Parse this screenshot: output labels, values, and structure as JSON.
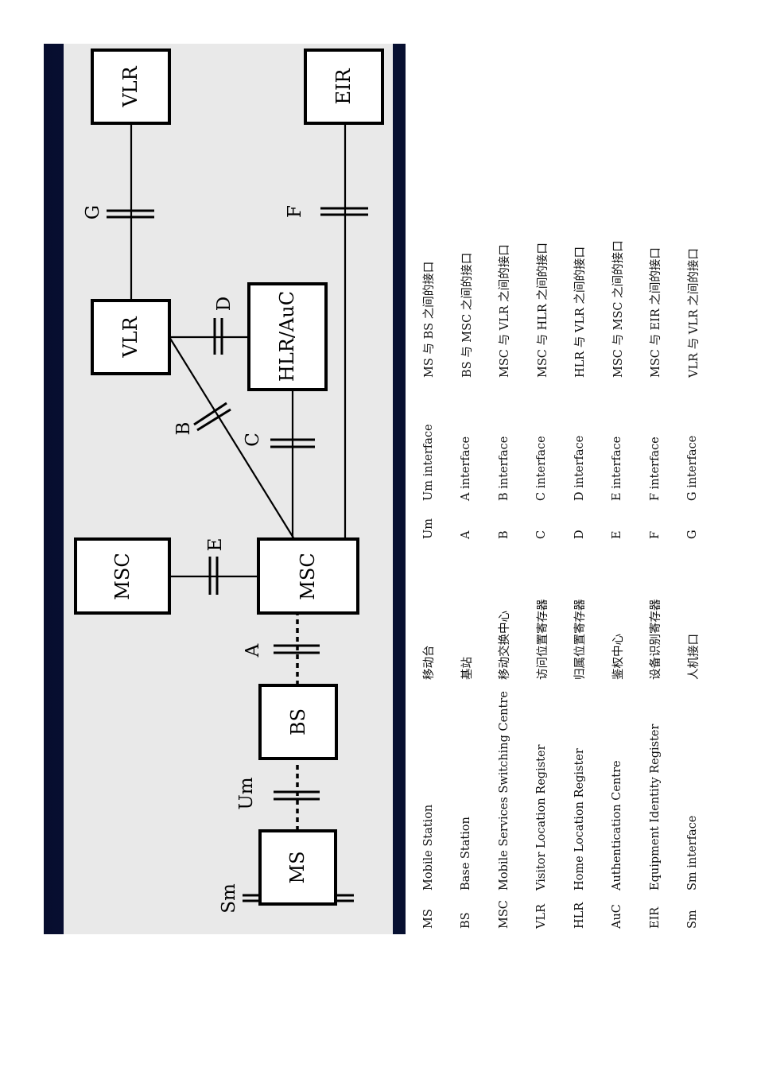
{
  "nodes": {
    "ms": "MS",
    "bs": "BS",
    "msc_main": "MSC",
    "msc_peer": "MSC",
    "vlr_main": "VLR",
    "vlr_peer": "VLR",
    "hlr_auc": "HLR/AuC",
    "eir": "EIR"
  },
  "interfaces": {
    "sm": "Sm",
    "um": "Um",
    "a": "A",
    "b": "B",
    "c": "C",
    "d": "D",
    "e": "E",
    "f": "F",
    "g": "G"
  },
  "legend": [
    {
      "abbr": "MS",
      "name": "Mobile Station",
      "zh_name": "移动台",
      "iface": "Um",
      "iface_name": "Um interface",
      "zh_desc": "MS 与 BS 之间的接口"
    },
    {
      "abbr": "BS",
      "name": "Base Station",
      "zh_name": "基站",
      "iface": "A",
      "iface_name": "A interface",
      "zh_desc": "BS 与 MSC 之间的接口"
    },
    {
      "abbr": "MSC",
      "name": "Mobile Services Switching Centre",
      "zh_name": "移动交换中心",
      "iface": "B",
      "iface_name": "B interface",
      "zh_desc": "MSC 与 VLR 之间的接口"
    },
    {
      "abbr": "VLR",
      "name": "Visitor Location Register",
      "zh_name": "访问位置寄存器",
      "iface": "C",
      "iface_name": "C interface",
      "zh_desc": "MSC 与 HLR 之间的接口"
    },
    {
      "abbr": "HLR",
      "name": "Home Location Register",
      "zh_name": "归属位置寄存器",
      "iface": "D",
      "iface_name": "D interface",
      "zh_desc": "HLR 与 VLR 之间的接口"
    },
    {
      "abbr": "AuC",
      "name": "Authentication Centre",
      "zh_name": "鉴权中心",
      "iface": "E",
      "iface_name": "E interface",
      "zh_desc": "MSC 与 MSC 之间的接口"
    },
    {
      "abbr": "EIR",
      "name": "Equipment Identity Register",
      "zh_name": "设备识别寄存器",
      "iface": "F",
      "iface_name": "F interface",
      "zh_desc": "MSC 与 EIR 之间的接口"
    },
    {
      "abbr": "Sm",
      "name": "Sm interface",
      "zh_name": "人机接口",
      "iface": "G",
      "iface_name": "G interface",
      "zh_desc": "VLR 与 VLR 之间的接口"
    }
  ]
}
